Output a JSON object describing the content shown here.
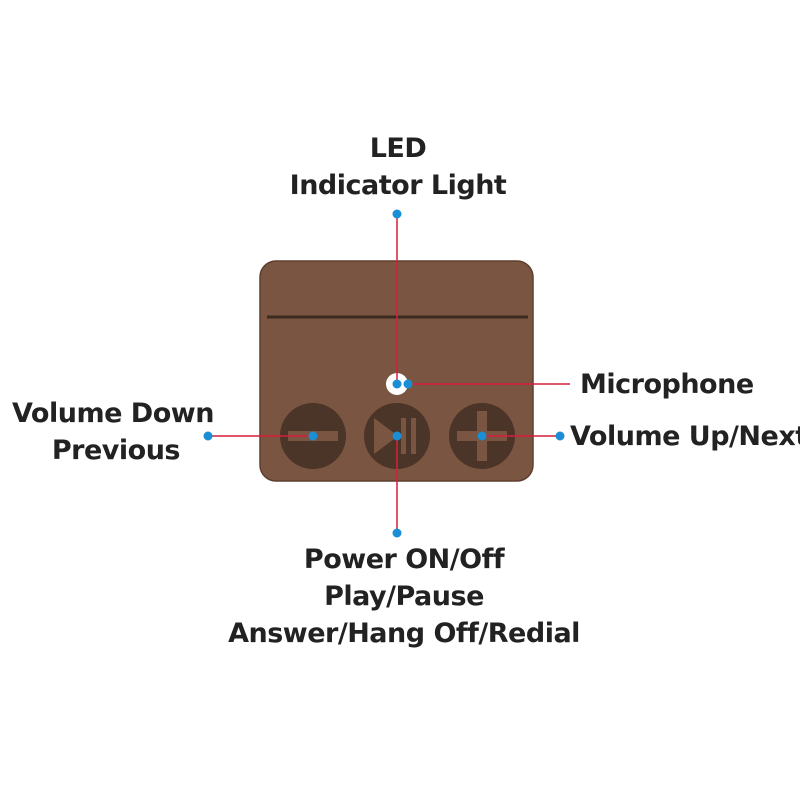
{
  "labels": {
    "led": [
      "LED",
      "Indicator Light"
    ],
    "microphone": "Microphone",
    "volume_down": [
      "Volume Down",
      "Previous"
    ],
    "volume_up": "Volume Up/Next",
    "power": [
      "Power ON/Off",
      "Play/Pause",
      "Answer/Hang Off/Redial"
    ]
  },
  "icons": {
    "minus": "minus-icon",
    "play_pause": "play-pause-icon",
    "plus": "plus-icon"
  },
  "colors": {
    "device_body": "#7a5541",
    "device_border": "#5e3e2e",
    "button": "#4b3428",
    "symbol": "#7a5541",
    "leader_line": "#d81e3c",
    "dot": "#1a8fd6",
    "text": "#222222"
  }
}
